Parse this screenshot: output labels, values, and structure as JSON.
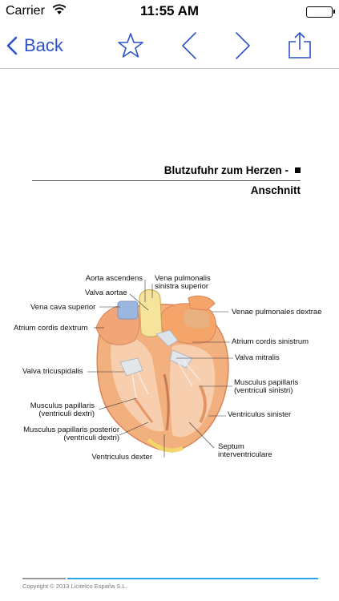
{
  "status_bar": {
    "carrier": "Carrier",
    "time": "11:55 AM"
  },
  "nav": {
    "back_label": "Back"
  },
  "page": {
    "title": "Blutzufuhr zum Herzen -",
    "subtitle": "Anschnitt"
  },
  "figure": {
    "labels": {
      "aorta_ascendens": "Aorta ascendens",
      "vena_pulmonalis_1": "Vena pulmonalis",
      "vena_pulmonalis_2": "sinistra superior",
      "valva_aortae": "Valva aortae",
      "vena_cava_superior": "Vena cava superior",
      "venae_pulmonales_dextrae": "Venae pulmonales dextrae",
      "atrium_cordis_dextrum": "Atrium cordis dextrum",
      "atrium_cordis_sinistrum": "Atrium cordis sinistrum",
      "valva_mitralis": "Valva mitralis",
      "valva_tricuspidalis": "Valva tricuspidalis",
      "musc_pap_sin_1": "Musculus papillaris",
      "musc_pap_sin_2": "(ventriculi sinistri)",
      "musc_pap_dex_1": "Musculus papillaris",
      "musc_pap_dex_2": "(ventriculi dextri)",
      "ventriculus_sinister": "Ventriculus sinister",
      "musc_pap_post_1": "Musculus papillaris posterior",
      "musc_pap_post_2": "(ventriculi dextri)",
      "septum_1": "Septum",
      "septum_2": "interventriculare",
      "ventriculus_dexter": "Ventriculus dexter"
    }
  },
  "footer": {
    "copyright": "Copyright © 2013 Licitelco España S.L."
  },
  "colors": {
    "accent": "#2e52c8",
    "progress": "#2aa7e8"
  }
}
